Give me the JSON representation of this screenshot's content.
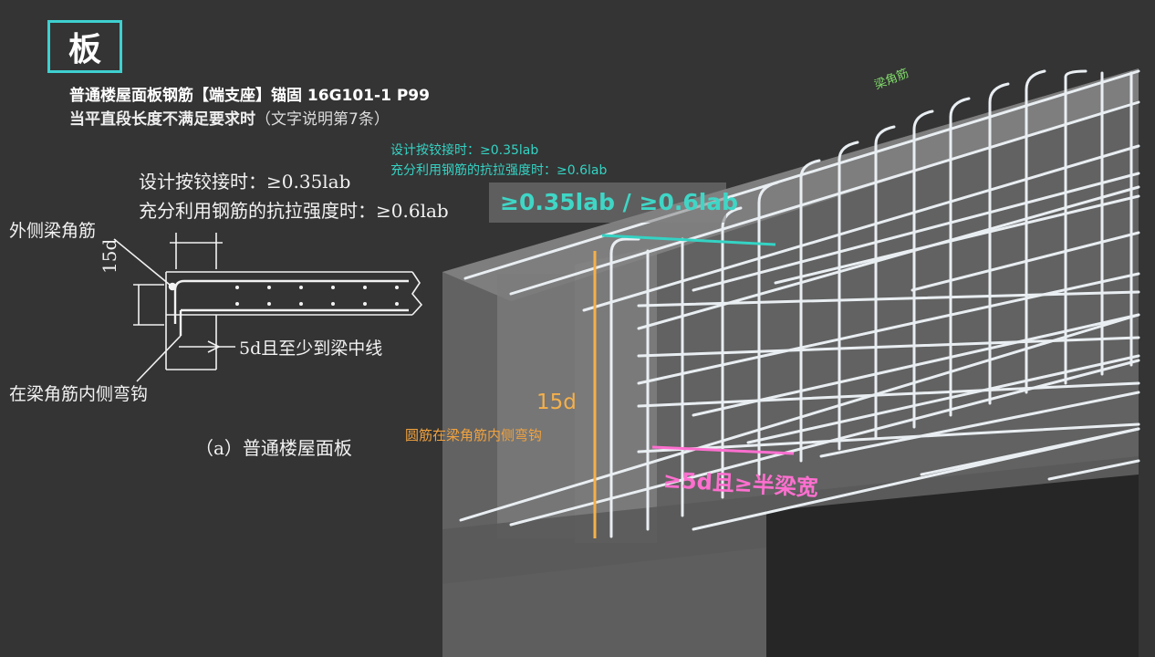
{
  "tag": "板",
  "heading": {
    "line1": "普通楼屋面板钢筋【端支座】锚固 16G101-1  P99",
    "line2": "当平直段长度不满足要求时",
    "line2_paren": "（文字说明第7条）"
  },
  "detail": {
    "line1": "设计按铰接时：≥0.35lab",
    "line2": "充分利用钢筋的抗拉强度时：≥0.6lab",
    "outer_label": "外侧梁角筋",
    "dim_15d": "15d",
    "dim_5d": "5d且至少到梁中线",
    "inner_label": "在梁角筋内侧弯钩",
    "caption": "（a）普通楼屋面板"
  },
  "render": {
    "cyan_line1": "设计按铰接时：≥0.35lab",
    "cyan_line2": "充分利用钢筋的抗拉强度时：≥0.6lab",
    "big_label": "≥0.35lab / ≥0.6lab",
    "vertical_dim": "15d",
    "hook_note": "圆筋在梁角筋内侧弯钩",
    "bottom_dim": "≥5d且≥半梁宽",
    "corner_bar": "梁角筋"
  },
  "colors": {
    "background": "#343434",
    "cyan": "#34d3c4",
    "orange": "#f5b04a",
    "pink": "#ff6fd0",
    "green": "#7fd86a",
    "tag_border": "#3fd0d0"
  }
}
